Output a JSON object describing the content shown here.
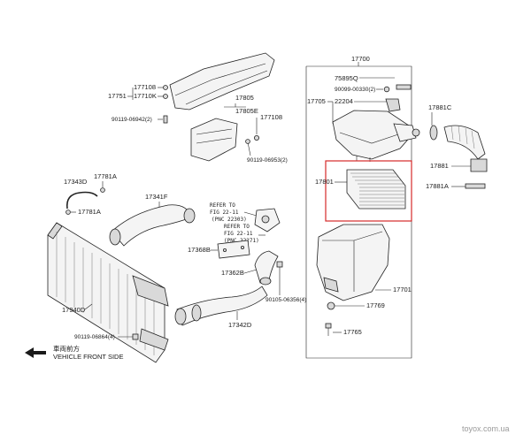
{
  "parts": {
    "p17700": "17700",
    "p75895q": "75895Q",
    "p90099": "90099-00330(2)",
    "p17705": "17705",
    "p22204": "22204",
    "p17881c": "17881C",
    "p17881": "17881",
    "p17881a": "17881A",
    "p17801": "17801",
    "p17701": "17701",
    "p17769": "17769",
    "p17765": "17765",
    "p177108a": "177108",
    "p17751": "17751",
    "p17710k": "17710K",
    "p90119_06942": "90119-06942(2)",
    "p17805": "17805",
    "p17805e": "17805E",
    "p177108b": "177108",
    "p90119_06953": "90119-06953(2)",
    "p17343d": "17343D",
    "p17781a_a": "17781A",
    "p17781a_b": "17781A",
    "p17341f": "17341F",
    "p17368b": "17368B",
    "p17362b": "17362B",
    "p90105": "90105-06356(4)",
    "p17940d": "17940D",
    "p17342d": "17342D",
    "p90119_06864": "90119-06864(4)"
  },
  "refs": {
    "r1_l1": "REFER TO",
    "r1_l2": "FIG 22-11",
    "r1_l3": "(PNC 22303)",
    "r2_l1": "REFER TO",
    "r2_l2": "FIG 22-11",
    "r2_l3": "(PNC 22271)"
  },
  "front_side": {
    "native": "車両前方",
    "label": "VEHICLE FRONT SIDE"
  },
  "watermark": "toyox.com.ua",
  "colors": {
    "highlight": "#d62a2a"
  },
  "icons": {
    "front_arrow": "left-arrow-icon"
  }
}
